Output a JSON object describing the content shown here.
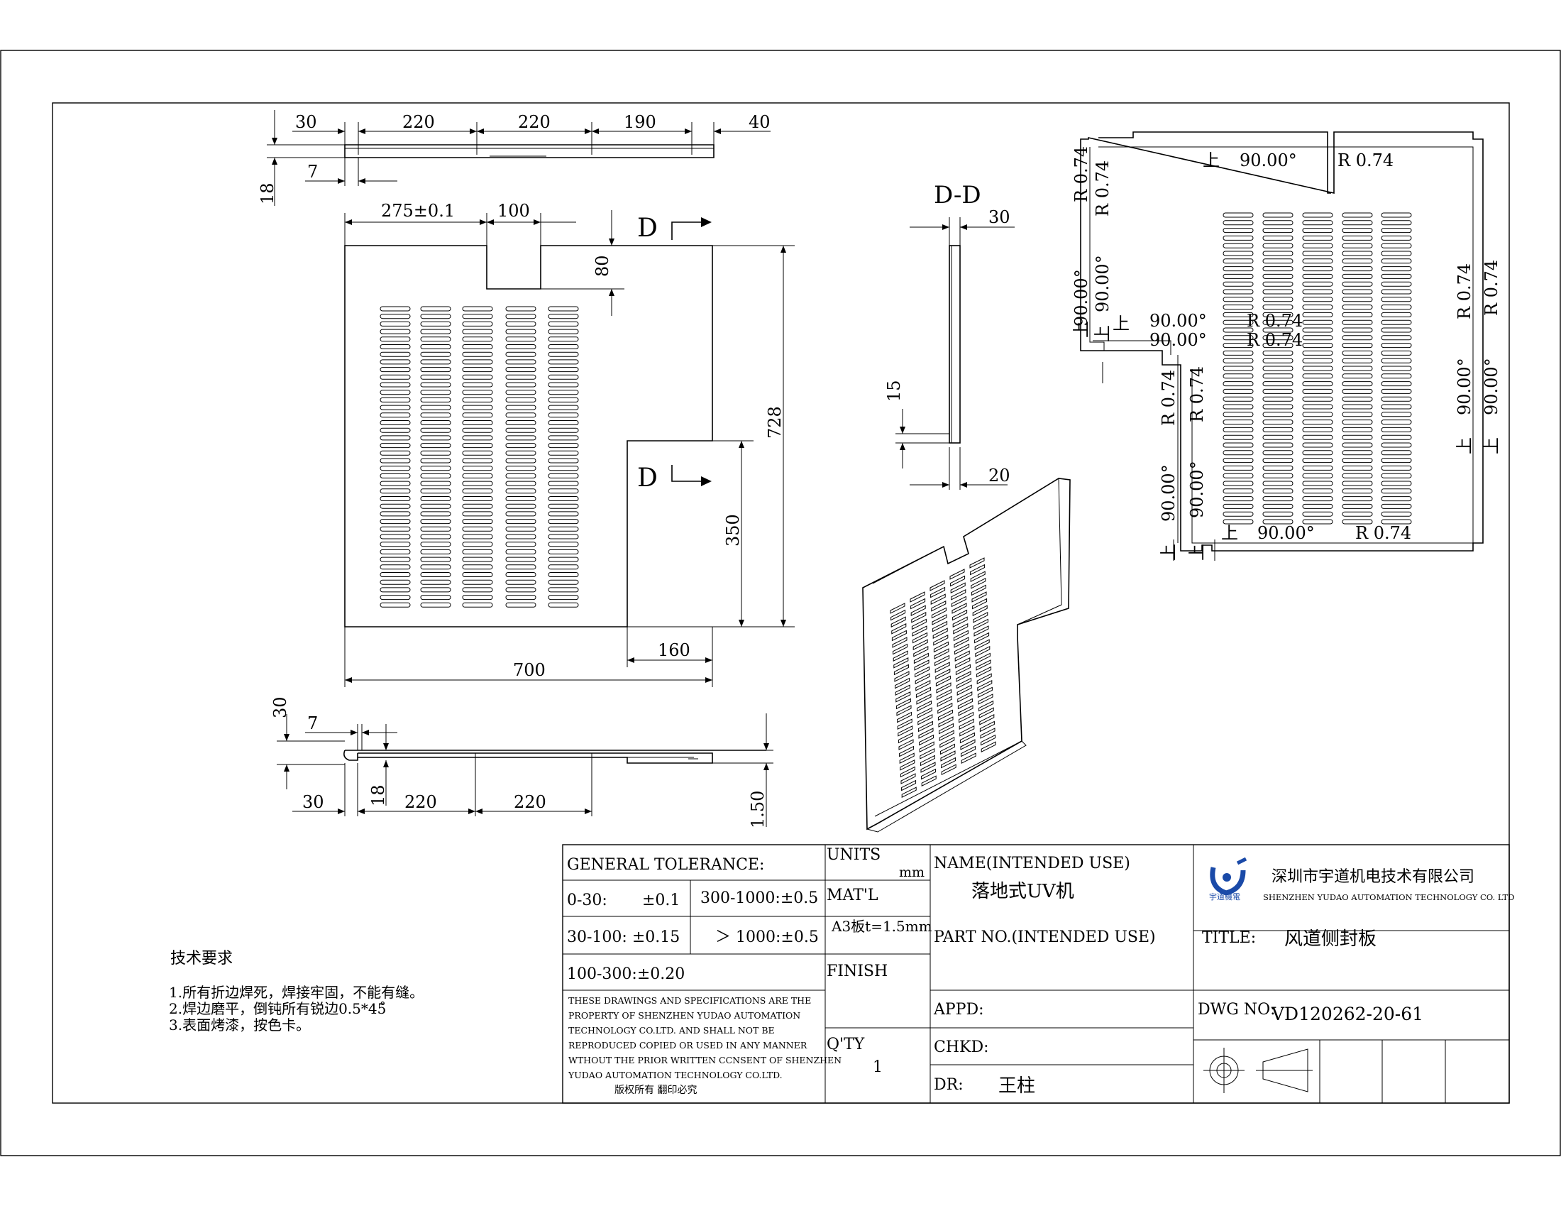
{
  "dimensions": {
    "top_view": [
      "30",
      "220",
      "220",
      "190",
      "40",
      "7",
      "18"
    ],
    "front": {
      "d275": "275±0.1",
      "d100": "100",
      "d80": "80",
      "d728": "728",
      "d350": "350",
      "d160": "160",
      "d700": "700"
    },
    "section_label": "D",
    "bottom_view": [
      "30",
      "7",
      "30",
      "18",
      "220",
      "220",
      "1.50"
    ]
  },
  "section": {
    "title": "D-D",
    "d30": "30",
    "d15": "15",
    "d20": "20"
  },
  "flat_pattern": {
    "angle": "90.00°",
    "radius": "R 0.74",
    "bend_mark": "上"
  },
  "notes": {
    "title": "技术要求",
    "items": [
      "1.所有折边焊死，焊接牢固，不能有缝。",
      "2.焊边磨平，倒钝所有锐边0.5*45̊",
      "3.表面烤漆，按色卡。"
    ]
  },
  "title_block": {
    "general_tolerance": "GENERAL TOLERANCE:",
    "tol_0_30": "0-30:",
    "tol_0_30_val": "±0.1",
    "tol_300_1000": "300-1000:±0.5",
    "tol_30_100": "30-100: ±0.15",
    "tol_gt_1000": "＞ 1000:±0.5",
    "tol_100_300": "100-300:±0.20",
    "units_label": "UNITS",
    "units_value": "mm",
    "matl_label": "MAT'L",
    "matl_value": "A3板t=1.5mm",
    "finish_label": "FINISH",
    "qty_label": "Q'TY",
    "qty_value": "1",
    "name_label": "NAME(INTENDED USE)",
    "name_value": "落地式UV机",
    "part_no_label": "PART NO.(INTENDED USE)",
    "appd_label": "APPD:",
    "chkd_label": "CHKD:",
    "dr_label": "DR:",
    "dr_value": "王柱",
    "company_cn": "深圳市宇道机电技术有限公司",
    "company_en": "SHENZHEN YUDAO AUTOMATION TECHNOLOGY CO. LTD",
    "logo_text": "宇道機電",
    "title_label": "TITLE:",
    "title_value": "风道侧封板",
    "dwg_label": "DWG NO:",
    "dwg_value": "VD120262-20-61",
    "disclaimer": [
      "THESE DRAWINGS AND SPECIFICATIONS ARE THE",
      "PROPERTY OF SHENZHEN YUDAO AUTOMATION",
      "TECHNOLOGY CO.LTD.  AND SHALL NOT BE",
      "REPRODUCED COPIED OR USED IN ANY MANNER",
      "WTHOUT THE PRIOR WRITTEN CCNSENT OF SHENZHEN",
      "YUDAO AUTOMATION TECHNOLOGY CO.LTD.",
      "版权所有  翻印必究"
    ]
  }
}
